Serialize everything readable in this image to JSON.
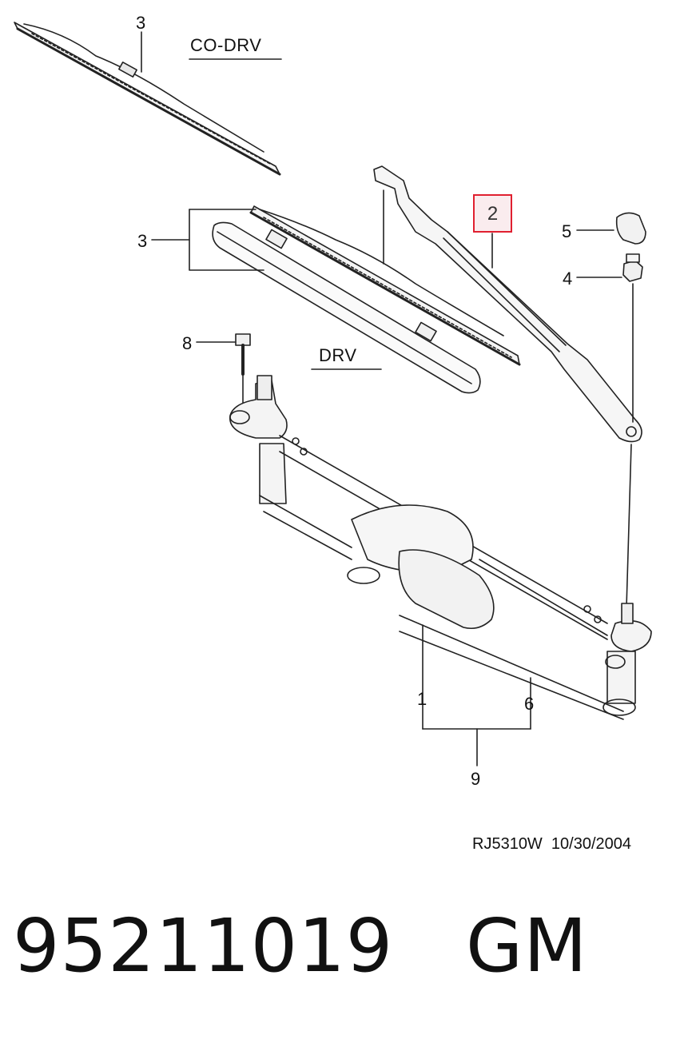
{
  "callouts": {
    "c3_top": "3",
    "c3_left": "3",
    "c2": "2",
    "c5": "5",
    "c4": "4",
    "c8": "8",
    "c1": "1",
    "c6": "6",
    "c9": "9"
  },
  "sections": {
    "co_drv": "CO-DRV",
    "drv": "DRV"
  },
  "drawing_code": "RJ5310W  10/30/2004",
  "part_number": "95211019",
  "brand": "GM",
  "highlight_color": "#e02030"
}
